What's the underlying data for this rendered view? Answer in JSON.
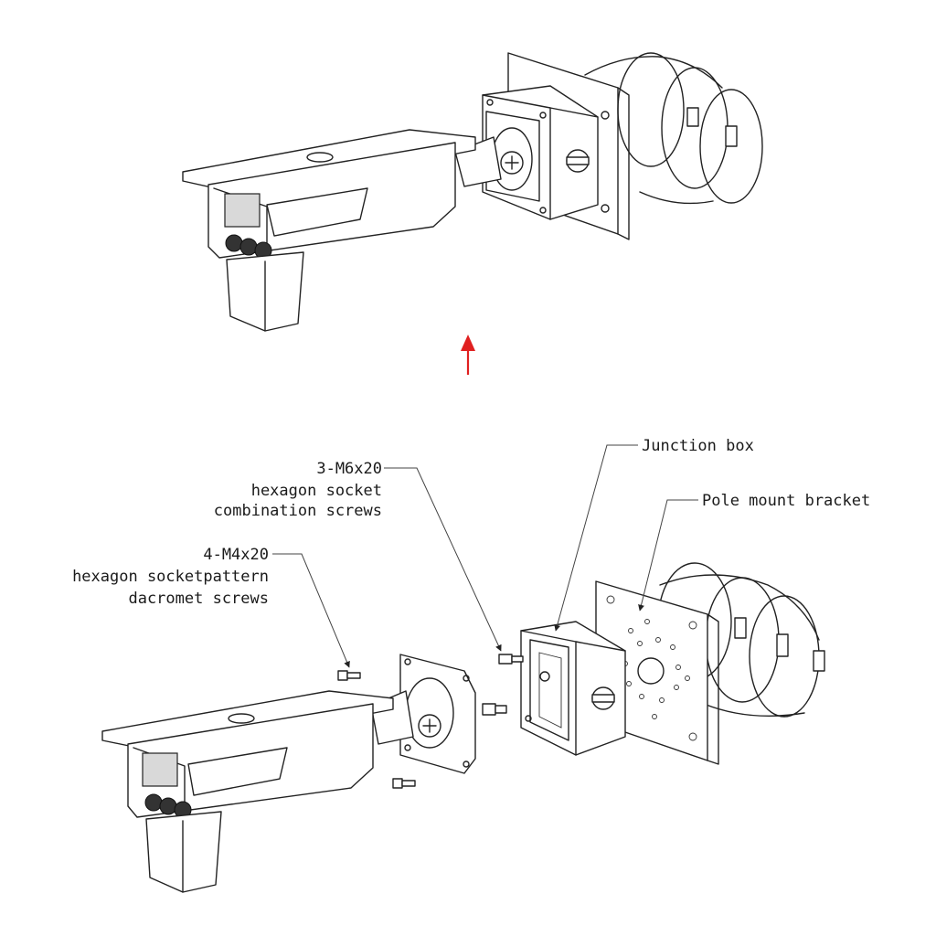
{
  "labels": {
    "screws_m6": [
      "3-M6x20",
      "hexagon socket",
      "combination screws"
    ],
    "screws_m4": [
      "4-M4x20",
      "hexagon socketpattern",
      "dacromet screws"
    ],
    "junction_box": "Junction box",
    "pole_mount_bracket": "Pole mount bracket"
  },
  "colors": {
    "line": "#222222",
    "arrow": "#e02020",
    "background": "#ffffff"
  }
}
